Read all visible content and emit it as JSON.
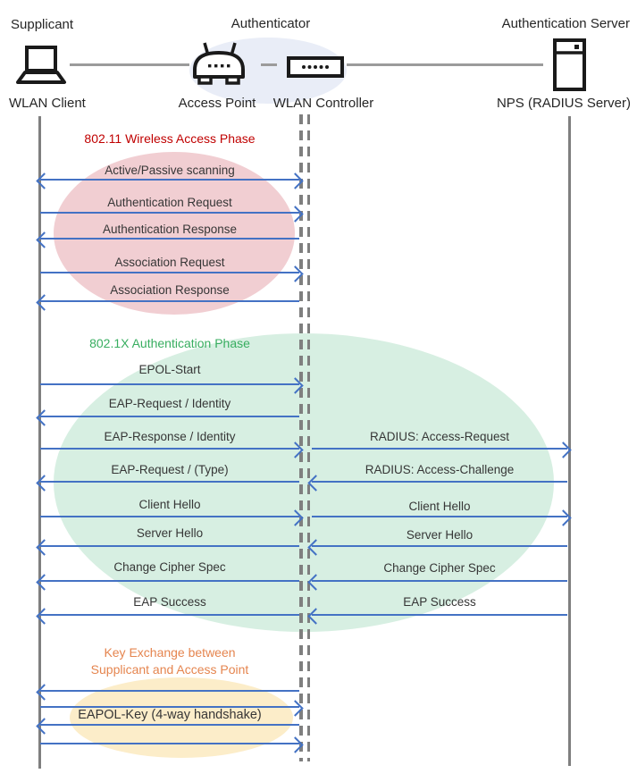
{
  "header": {
    "roles": {
      "supplicant": "Supplicant",
      "authenticator": "Authenticator",
      "auth_server": "Authentication Server"
    },
    "nodes": {
      "wlan_client": "WLAN Client",
      "access_point": "Access Point",
      "wlan_controller": "WLAN Controller",
      "nps": "NPS (RADIUS Server)"
    },
    "icons": [
      "laptop-icon",
      "access-point-icon",
      "wlan-controller-icon",
      "server-icon"
    ]
  },
  "phases": {
    "p1": {
      "title": "802.11 Wireless Access Phase",
      "title_color": "#c00000",
      "ellipse_color": "#f1ced2"
    },
    "p2": {
      "title": "802.1X Authentication Phase",
      "title_color": "#38ae60",
      "ellipse_color": "#d7efe2"
    },
    "p3": {
      "title_line1": "Key Exchange between",
      "title_line2": "Supplicant and Access Point",
      "title_color": "#e5854f",
      "ellipse_color": "#fcedc9"
    }
  },
  "messages": {
    "scanning": "Active/Passive scanning",
    "auth_request": "Authentication Request",
    "auth_response": "Authentication Response",
    "assoc_request": "Association Request",
    "assoc_response": "Association Response",
    "epol_start": "EPOL-Start",
    "eap_request_identity": "EAP-Request / Identity",
    "eap_response_identity": "EAP-Response / Identity",
    "radius_access_request": "RADIUS: Access-Request",
    "eap_request_type": "EAP-Request / (Type)",
    "radius_access_challenge": "RADIUS: Access-Challenge",
    "client_hello_l": "Client Hello",
    "client_hello_r": "Client Hello",
    "server_hello_l": "Server Hello",
    "server_hello_r": "Server Hello",
    "change_cipher_l": "Change Cipher Spec",
    "change_cipher_r": "Change Cipher Spec",
    "eap_success_l": "EAP Success",
    "eap_success_r": "EAP Success",
    "eapol_key": "EAPOL-Key (4-way handshake)"
  },
  "colors": {
    "arrow_blue": "#4472c4",
    "lifeline_gray": "#7f7f7f",
    "connector_gray": "#9b9b9b",
    "authenticator_ellipse": "#e9edf7"
  }
}
